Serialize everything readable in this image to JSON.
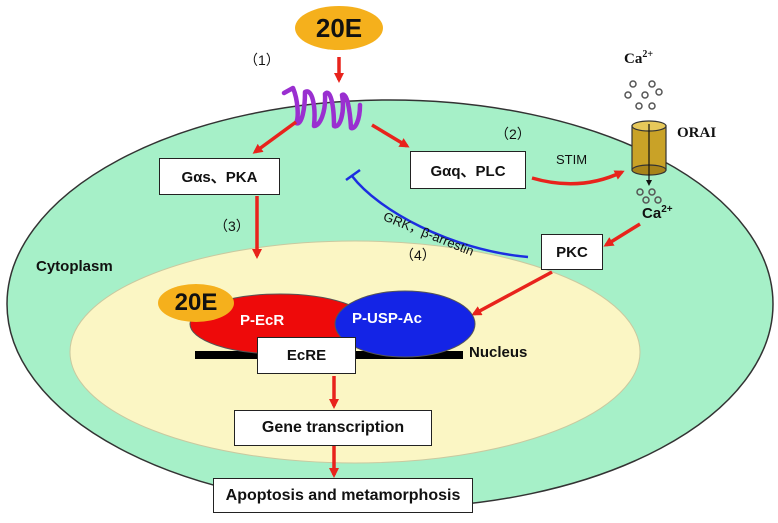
{
  "hormone": "20E",
  "steps": {
    "s1": "（1）",
    "s2": "（2）",
    "s3": "（3）",
    "s4": "（4）"
  },
  "labels": {
    "g_alpha_s": "Gαs、PKA",
    "g_alpha_q": "Gαq、PLC",
    "stim": "STIM",
    "ca_ext_base": "Ca",
    "ca_int_base": "Ca",
    "ca_charge": "2+",
    "orai": "ORAI",
    "grk": "GRK，β-arrestin",
    "pkc": "PKC",
    "cytoplasm": "Cytoplasm",
    "nucleus": "Nucleus",
    "p_ecr": "P-EcR",
    "p_usp": "P-USP-Ac",
    "ecre": "EcRE",
    "gene_transcription": "Gene transcription",
    "outcome": "Apoptosis and metamorphosis"
  },
  "colors": {
    "cell_fill": "#a6f0c8",
    "nucleus_fill": "#fbf6c4",
    "hormone_fill": "#f5b01c",
    "receptor": "#9a2fd0",
    "arrow_red": "#e8231c",
    "inhibit_blue": "#1c2ee0",
    "ecr_fill": "#ee0a0a",
    "usp_fill": "#1424e6",
    "orai_fill": "#c9a227",
    "dna_bar": "#000000"
  }
}
